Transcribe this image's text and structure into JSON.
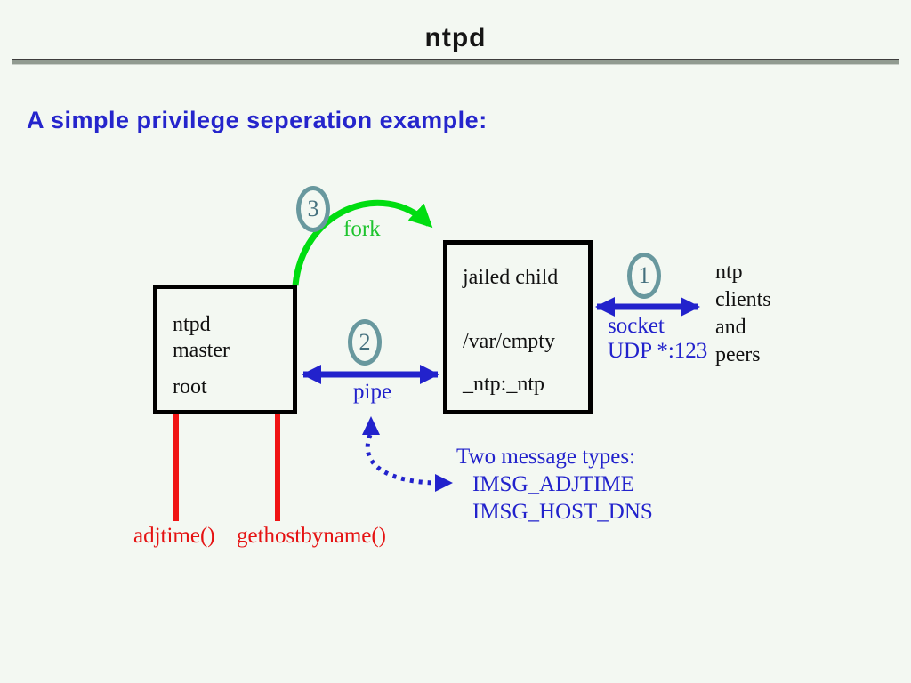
{
  "slide": {
    "title": "ntpd",
    "subtitle": "A simple privilege seperation example:"
  },
  "boxes": {
    "master": {
      "lines": [
        "ntpd",
        "master",
        "root"
      ]
    },
    "child": {
      "lines": [
        "jailed child",
        "/var/empty",
        "_ntp:_ntp"
      ]
    }
  },
  "steps": {
    "socket": "1",
    "pipe": "2",
    "fork": "3"
  },
  "labels": {
    "fork": "fork",
    "pipe": "pipe",
    "socket": "socket",
    "udp": "UDP *:123",
    "clients": [
      "ntp",
      "clients",
      "and",
      "peers"
    ],
    "syscall_adjtime": "adjtime()",
    "syscall_gethostbyname": "gethostbyname()",
    "messages": [
      "Two message types:",
      "IMSG_ADJTIME",
      "IMSG_HOST_DNS"
    ]
  },
  "colors": {
    "background": "#f3f8f2",
    "accent_blue": "#2222cc",
    "accent_red": "#f01414",
    "accent_green": "#00dd11",
    "step_ring_teal": "#68989e",
    "box_border": "#000000"
  }
}
